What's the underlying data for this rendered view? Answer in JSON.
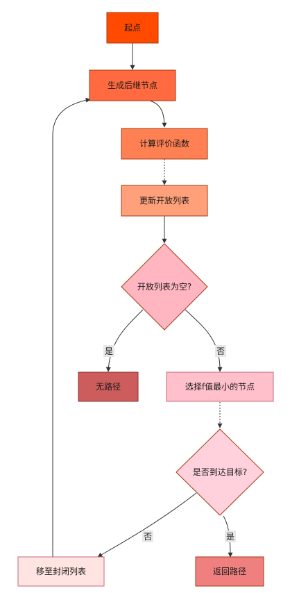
{
  "nodes": {
    "start": {
      "label": "起点",
      "color": "#ff4a00"
    },
    "generate": {
      "label": "生成后继节点",
      "color": "#ff6a40"
    },
    "evaluate": {
      "label": "计算评价函数",
      "color": "#ff8052"
    },
    "update": {
      "label": "更新开放列表",
      "color": "#ffa07a"
    },
    "empty_check": {
      "label": "开放列表为空?",
      "color": "#ffb6c1"
    },
    "no_path": {
      "label": "无路径",
      "color": "#cd5c5c"
    },
    "select": {
      "label": "选择f值最小的节点",
      "color": "#ffc0cb"
    },
    "goal_check": {
      "label": "是否到达目标?",
      "color": "#ffd1dc"
    },
    "move_closed": {
      "label": "移至封闭列表",
      "color": "#ffe4e1"
    },
    "return_path": {
      "label": "返回路径",
      "color": "#f08080"
    }
  },
  "edges": {
    "empty_yes": "是",
    "empty_no": "否",
    "goal_no": "否",
    "goal_yes": "是"
  }
}
